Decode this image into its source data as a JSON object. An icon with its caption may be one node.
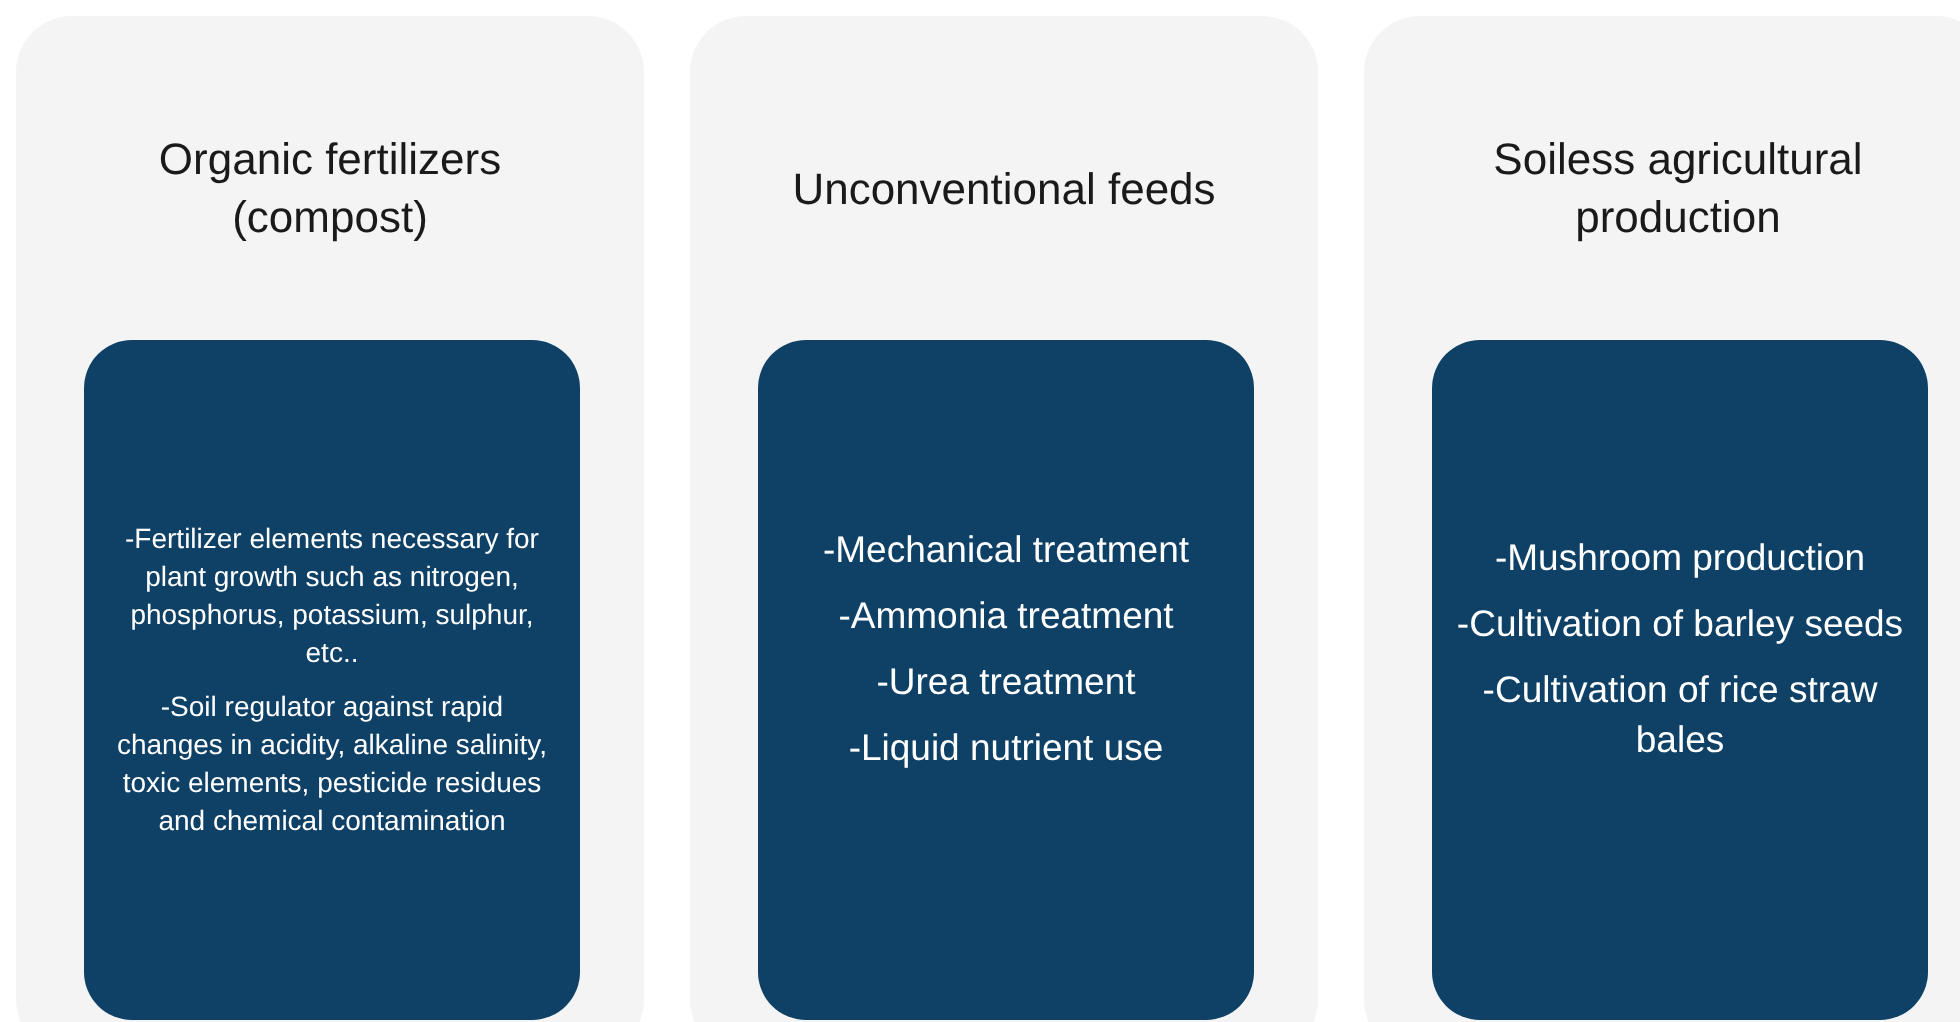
{
  "diagram": {
    "nodes": [
      {
        "text": [
          "Organic fertilizers (compost)"
        ]
      },
      {
        "text": [
          "-Fertilizer elements necessary for plant growth such as nitrogen, phosphorus, potassium, sulphur, etc..",
          "-Soil regulator against rapid changes in acidity, alkaline salinity, toxic elements, pesticide residues and chemical contamination"
        ],
        "in": 0
      },
      {
        "text": [
          "Unconventional feeds"
        ]
      },
      {
        "text": [
          "-Mechanical treatment",
          "-Ammonia treatment",
          "-Urea treatment",
          "-Liquid nutrient use"
        ],
        "in": 2
      },
      {
        "text": [
          "Soiless agricultural production"
        ]
      },
      {
        "text": [
          "-Mushroom production",
          "-Cultivation of barley seeds",
          "-Cultivation of rice straw bales"
        ],
        "in": 4
      }
    ]
  }
}
